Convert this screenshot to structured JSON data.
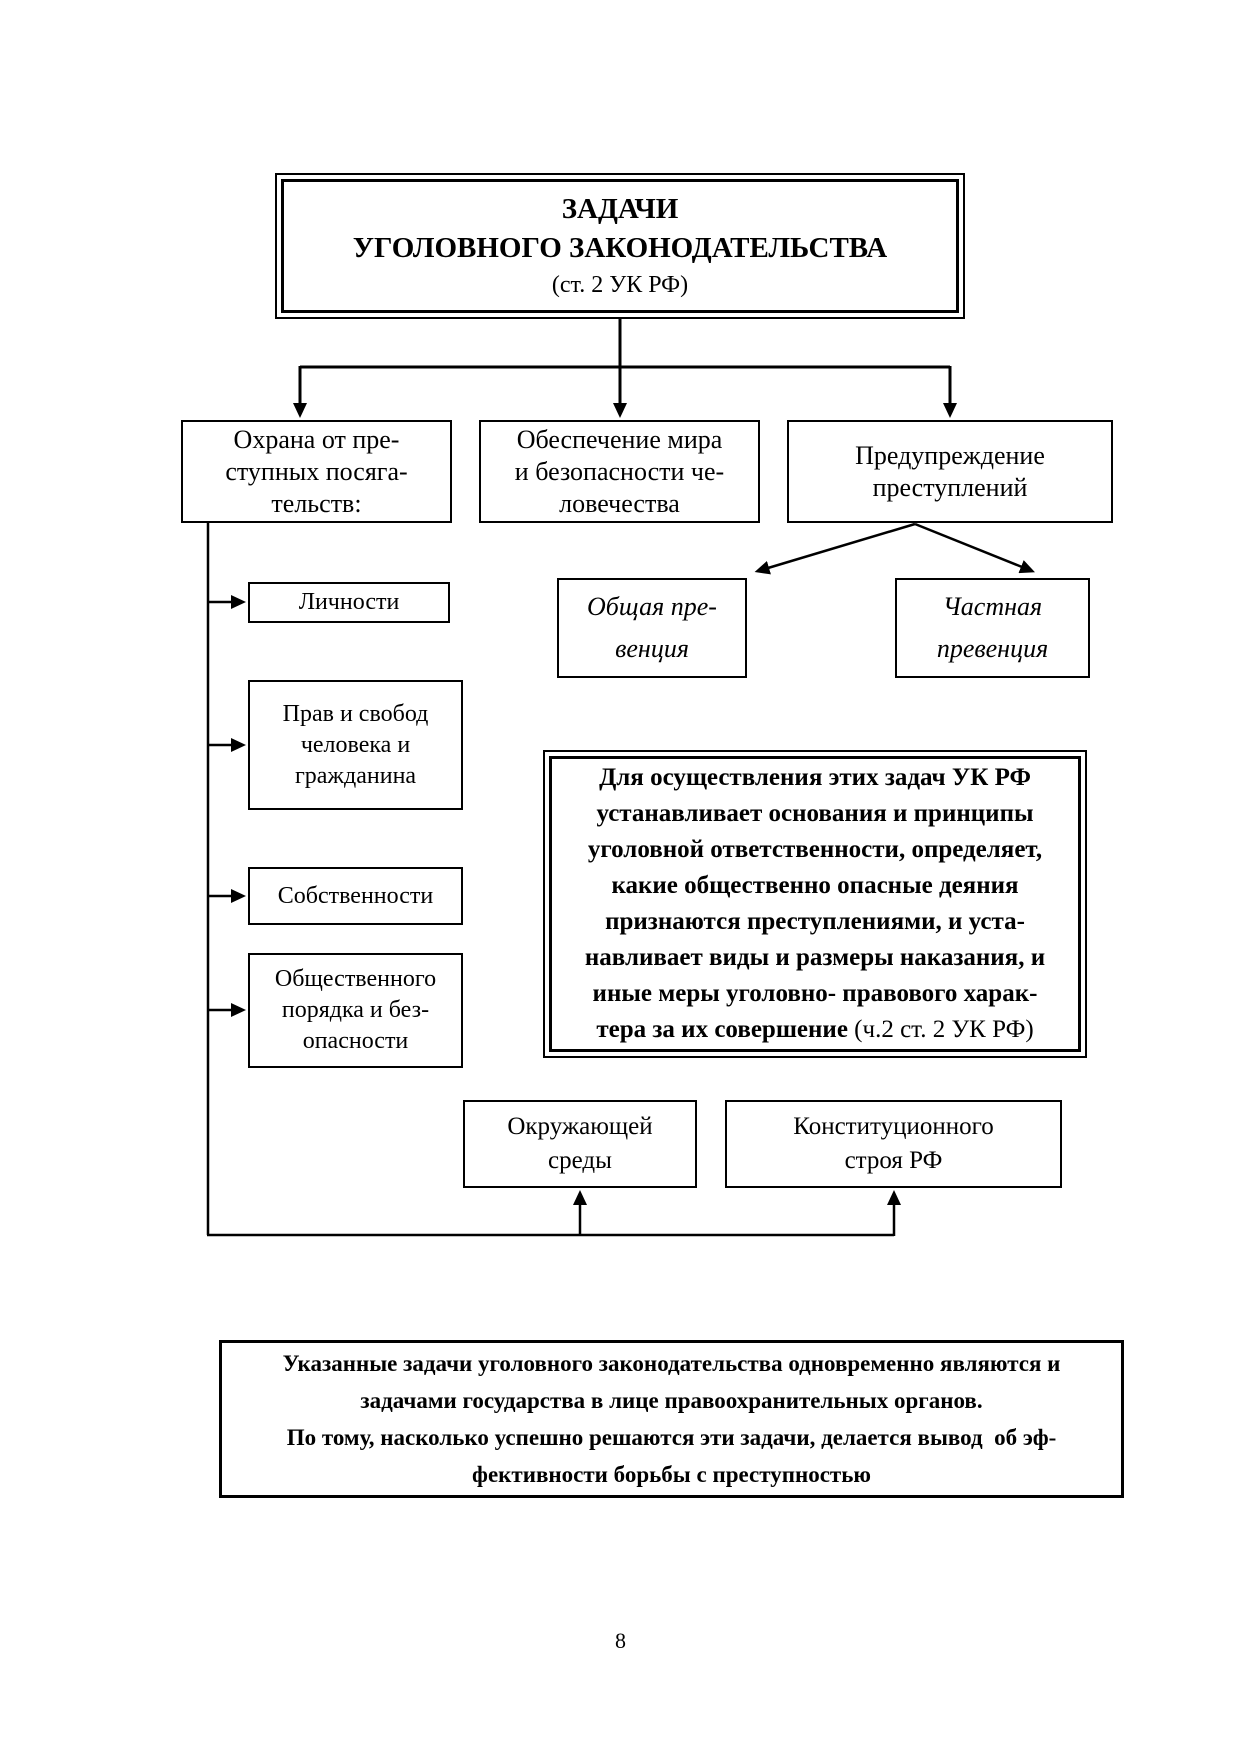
{
  "colors": {
    "background": "#ffffff",
    "line": "#000000",
    "text": "#000000"
  },
  "page": {
    "number": "8"
  },
  "title_box": {
    "line1": "ЗАДАЧИ",
    "line2": "УГОЛОВНОГО ЗАКОНОДАТЕЛЬСТВА",
    "line3": "(ст. 2 УК РФ)"
  },
  "tasks": {
    "okhrana": {
      "lines": [
        "Охрана от пре-",
        "ступных посяга-",
        "тельств:"
      ]
    },
    "obespechenie": {
      "lines": [
        "Обеспечение мира",
        "и безопасности че-",
        "ловечества"
      ]
    },
    "preduprezhdenie": {
      "lines": [
        "Предупреждение",
        "преступлений"
      ]
    }
  },
  "protection_objects": {
    "lichnosti": "Личности",
    "prava": {
      "lines": [
        "Прав и свобод",
        "человека и",
        "гражданина"
      ]
    },
    "sobstvennost": "Собственности",
    "poryadok": {
      "lines": [
        "Общественного",
        "порядка и без-",
        "опасности"
      ]
    },
    "sreda": {
      "lines": [
        "Окружающей",
        "среды"
      ]
    },
    "stroi": {
      "lines": [
        "Конституционного",
        "строя РФ"
      ]
    }
  },
  "prevention": {
    "obshchaya": {
      "lines": [
        "Общая пре-",
        "венция"
      ]
    },
    "chastnaya": {
      "lines": [
        "Частная",
        "превенция"
      ]
    }
  },
  "central_box": {
    "lines": [
      "Для осуществления этих задач УК РФ",
      "устанавливает основания и принципы",
      "уголовной ответственности, определяет,",
      "какие общественно опасные деяния",
      "признаются преступлениями, и уста-",
      "навливает виды и размеры наказания, и",
      "иные меры уголовно- правового харак-"
    ],
    "last_line_bold": "тера за их совершение",
    "last_line_normal": " (ч.2 ст. 2 УК РФ)"
  },
  "bottom_box": {
    "lines": [
      "Указанные задачи уголовного законодательства одновременно являются и",
      "задачами государства в лице правоохранительных органов.",
      "По тому, насколько успешно решаются эти задачи, делается вывод  об эф-",
      "фективности борьбы с преступностью"
    ]
  }
}
